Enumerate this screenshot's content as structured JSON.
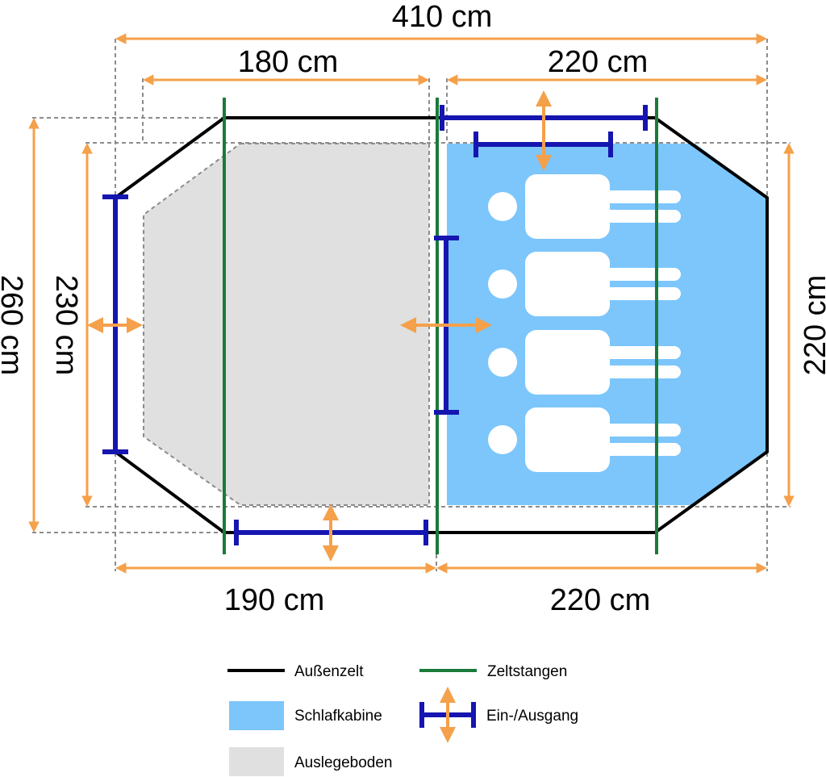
{
  "dimensions": {
    "total_width": "410 cm",
    "vestibule_width_top": "180 cm",
    "cabin_width_top": "220 cm",
    "vestibule_width_bottom": "190 cm",
    "cabin_width_bottom": "220 cm",
    "outer_height": "260 cm",
    "floor_height": "230 cm",
    "cabin_height": "220 cm"
  },
  "legend": {
    "outer_tent": "Außenzelt",
    "poles": "Zeltstangen",
    "sleeping_cabin": "Schlafkabine",
    "entrance": "Ein-/Ausgang",
    "groundsheet": "Auslegeboden"
  },
  "colors": {
    "outer_tent": "#000000",
    "poles": "#1a7a3a",
    "sleeping_cabin": "#7cc6fb",
    "groundsheet": "#e0e0e0",
    "entrance": "#1515b0",
    "arrow": "#f5a04a",
    "guide_line": "#8c8c8c"
  },
  "icons": {
    "person": "person-lying-icon",
    "entrance_arrow": "double-arrow-icon"
  },
  "sleeping_places": 4
}
